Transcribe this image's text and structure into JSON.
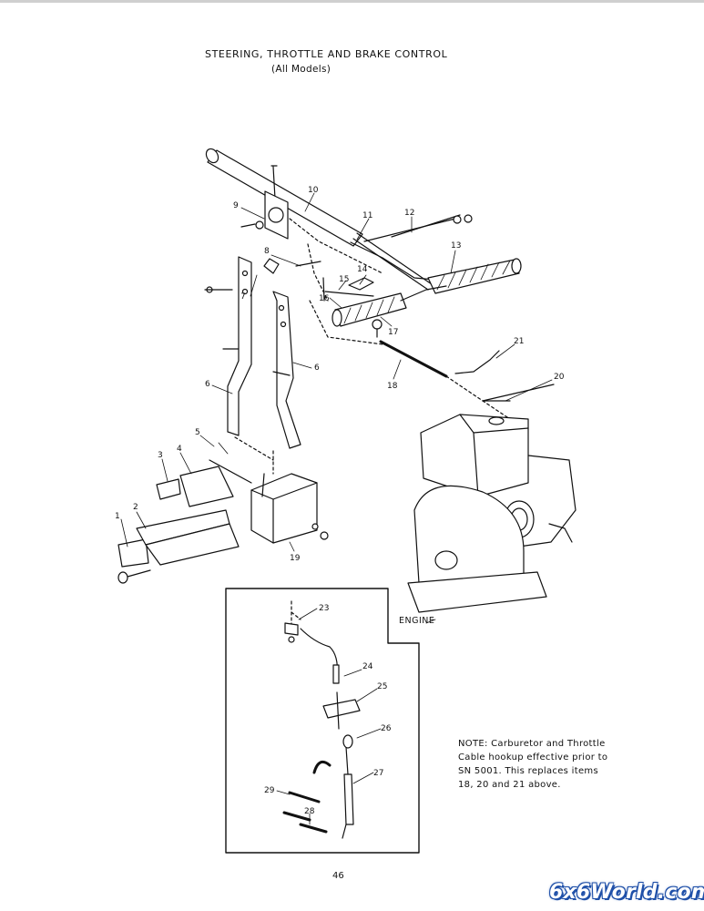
{
  "title": "STEERING, THROTTLE AND BRAKE CONTROL",
  "subtitle": "(All Models)",
  "engine_label": "ENGINE",
  "note_lines": [
    "NOTE:  Carburetor and Throttle",
    "Cable hookup effective prior to",
    "SN 5001.  This replaces items",
    "18, 20 and 21 above."
  ],
  "page_number": "46",
  "watermark": "6x6World.com",
  "callouts": [
    "1",
    "2",
    "3",
    "4",
    "5",
    "6",
    "6",
    "7",
    "8",
    "9",
    "10",
    "11",
    "12",
    "13",
    "14",
    "15",
    "16",
    "17",
    "18",
    "19",
    "20",
    "21",
    "23",
    "24",
    "25",
    "26",
    "27",
    "28",
    "29"
  ]
}
